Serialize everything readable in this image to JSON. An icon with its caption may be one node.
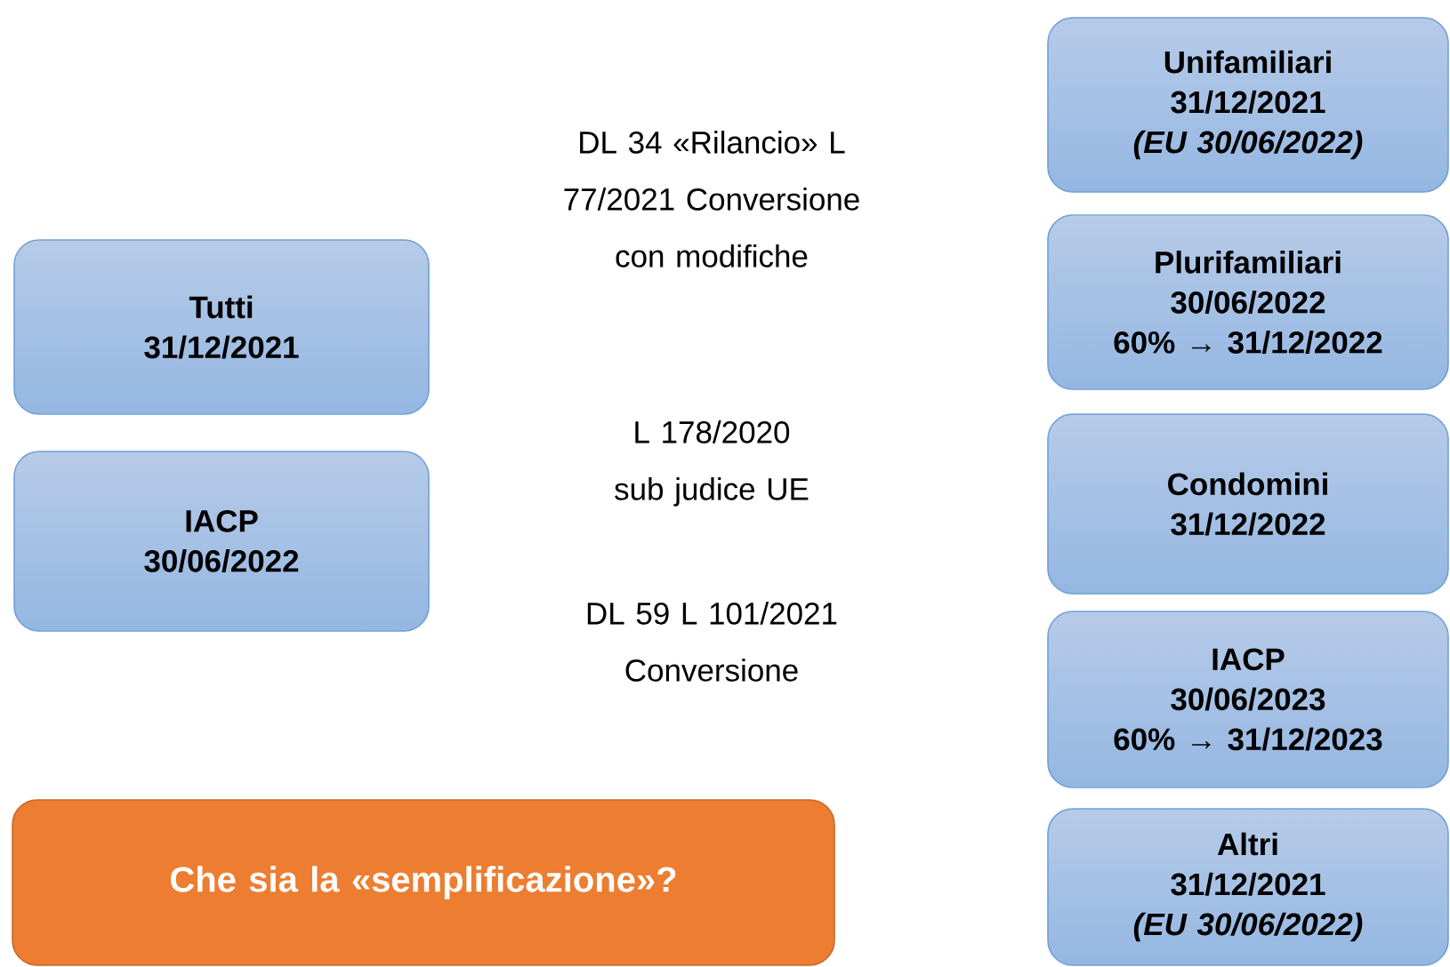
{
  "diagram": {
    "nodes": [
      {
        "text": [
          "Tutti",
          "31/12/2021"
        ]
      },
      {
        "text": [
          "IACP",
          "30/06/2022"
        ]
      },
      {
        "text": [
          "Che sia la «semplificazione»?"
        ]
      },
      {
        "text": [
          "Unifamiliari",
          "31/12/2021",
          "*(EU 30/06/2022)*"
        ]
      },
      {
        "text": [
          "Plurifamiliari",
          "30/06/2022",
          "60% → 31/12/2022"
        ]
      },
      {
        "text": [
          "Condomini",
          "31/12/2022"
        ]
      },
      {
        "text": [
          "IACP",
          "30/06/2023",
          "60% → 31/12/2023"
        ]
      },
      {
        "text": [
          "Altri",
          "31/12/2021",
          "*(EU 30/06/2022)*"
        ]
      }
    ],
    "labels": [
      "DL 34 «Rilancio» L 77/2021 Conversione con modifiche",
      "L 178/2020 sub judice UE",
      "DL 59 L 101/2021 Conversione"
    ]
  }
}
